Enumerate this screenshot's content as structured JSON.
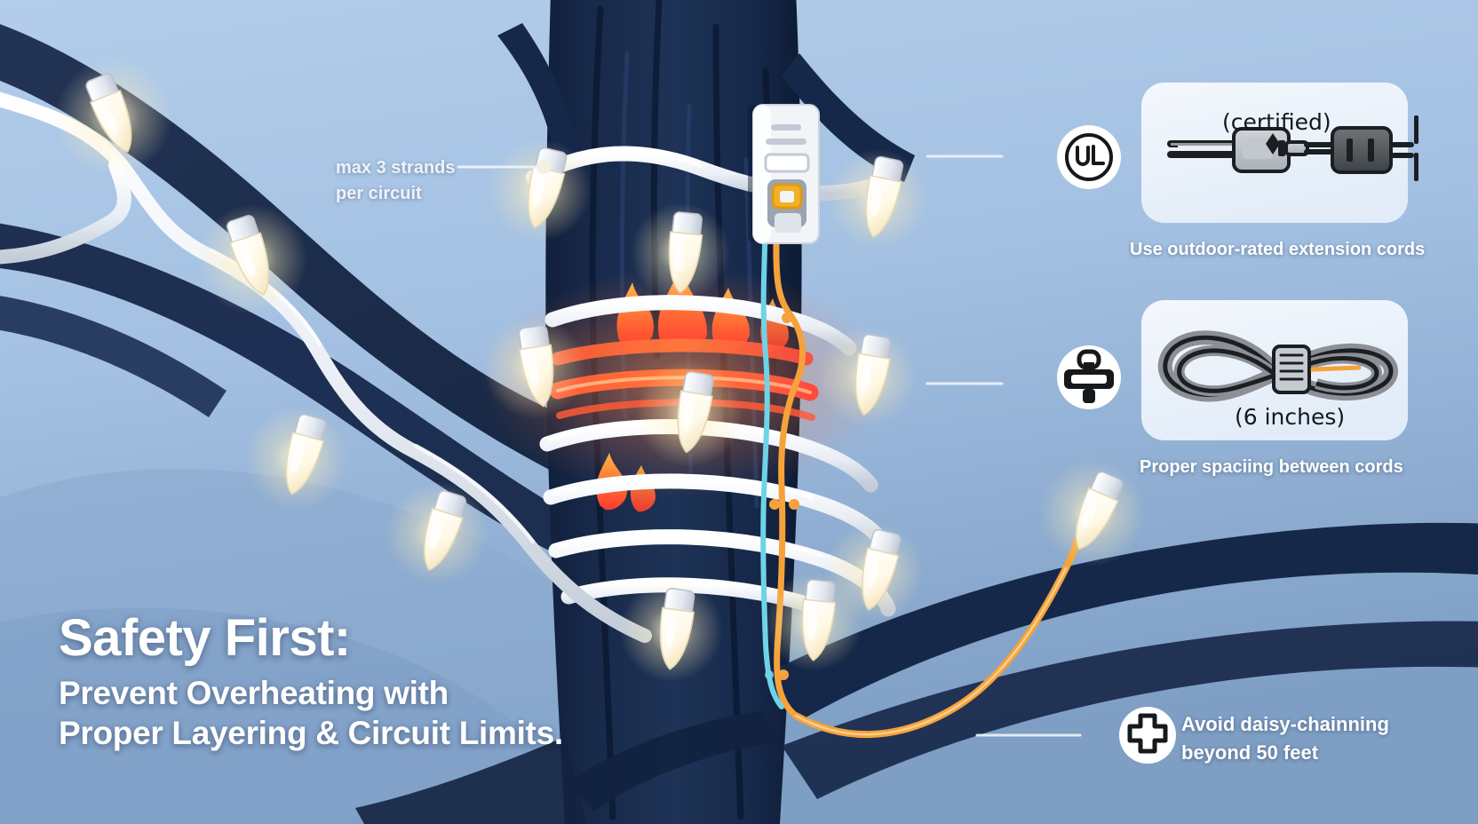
{
  "illustration": {
    "subject": "holiday-light-safety-infographic",
    "background_color": "#9fc0e0",
    "tree_color": "#1b2d4f",
    "accent_warning": "#ff7a3c",
    "accent_hot": "#ff4b3e",
    "wire_color": "#eef2f7",
    "card_color": "#eaf1fa",
    "text_color": "#ffffff"
  },
  "title": {
    "heading": "Safety First:",
    "subtitle_lines": [
      "Prevent Overheating with",
      "Proper Layering & Circuit Limits."
    ]
  },
  "annotations": {
    "strands": {
      "lines": [
        "max 3 strands",
        "per circuit"
      ],
      "callout_dot": true
    },
    "daisy_chain": {
      "lines": [
        "Avoid daisy-chainning",
        "beyond 50 feet"
      ],
      "icon": "outlet-plug-icon"
    }
  },
  "cards": [
    {
      "id": "extension-cord-card",
      "badge_icon": "ul-listed-icon",
      "badge_label": "UL",
      "inline_label": "(certified)",
      "caption": "Use outdoor-rated extension cords",
      "graphic": "two-plug-connectors-joined"
    },
    {
      "id": "cord-spacing-card",
      "badge_icon": "plug-prongs-icon",
      "inline_label": "(6 inches)",
      "caption": "Proper spaciing between cords",
      "graphic": "coiled-cord-with-tie"
    }
  ],
  "scene_elements": {
    "outlet_box": "wall-outlet-on-trunk",
    "hazard": "flame-overheating-band",
    "light_bulbs_count": 14,
    "branches": [
      "upper-left-branch",
      "mid-left-branch",
      "lower-right-branch"
    ]
  }
}
